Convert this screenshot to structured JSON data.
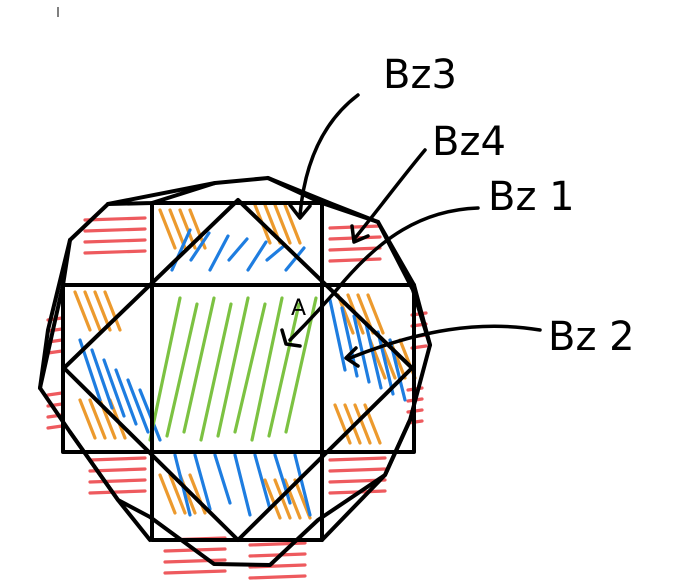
{
  "labels": {
    "bz1": "Bz 1",
    "bz2": "Bz 2",
    "bz3": "Bz3",
    "bz4": "Bz4",
    "point": "A"
  },
  "colors": {
    "bz1": "#7cc242",
    "bz2": "#1e7de0",
    "bz3": "#ec9a2e",
    "bz4": "#ee5a5e",
    "outline": "#000000"
  }
}
